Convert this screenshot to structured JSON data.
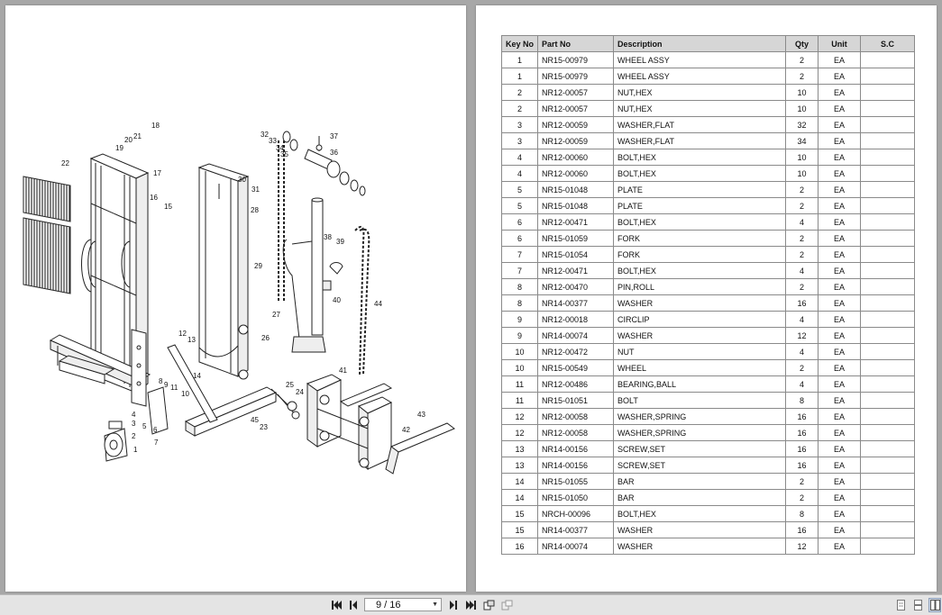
{
  "diagram": {
    "callouts": [
      "1",
      "2",
      "3",
      "4",
      "5",
      "6",
      "7",
      "8",
      "9",
      "10",
      "11",
      "12",
      "13",
      "14",
      "15",
      "16",
      "17",
      "18",
      "19",
      "20",
      "21",
      "22",
      "23",
      "24",
      "25",
      "26",
      "27",
      "28",
      "29",
      "30",
      "31",
      "32",
      "33",
      "34",
      "35",
      "36",
      "37",
      "38",
      "39",
      "40",
      "41",
      "42",
      "43",
      "44",
      "45"
    ]
  },
  "table": {
    "headers": [
      "Key No",
      "Part No",
      "Description",
      "Qty",
      "Unit",
      "S.C"
    ],
    "rows": [
      [
        "1",
        "NR15-00979",
        "WHEEL ASSY",
        "2",
        "EA",
        ""
      ],
      [
        "1",
        "NR15-00979",
        "WHEEL ASSY",
        "2",
        "EA",
        ""
      ],
      [
        "2",
        "NR12-00057",
        "NUT,HEX",
        "10",
        "EA",
        ""
      ],
      [
        "2",
        "NR12-00057",
        "NUT,HEX",
        "10",
        "EA",
        ""
      ],
      [
        "3",
        "NR12-00059",
        "WASHER,FLAT",
        "32",
        "EA",
        ""
      ],
      [
        "3",
        "NR12-00059",
        "WASHER,FLAT",
        "34",
        "EA",
        ""
      ],
      [
        "4",
        "NR12-00060",
        "BOLT,HEX",
        "10",
        "EA",
        ""
      ],
      [
        "4",
        "NR12-00060",
        "BOLT,HEX",
        "10",
        "EA",
        ""
      ],
      [
        "5",
        "NR15-01048",
        "PLATE",
        "2",
        "EA",
        ""
      ],
      [
        "5",
        "NR15-01048",
        "PLATE",
        "2",
        "EA",
        ""
      ],
      [
        "6",
        "NR12-00471",
        "BOLT,HEX",
        "4",
        "EA",
        ""
      ],
      [
        "6",
        "NR15-01059",
        "FORK",
        "2",
        "EA",
        ""
      ],
      [
        "7",
        "NR15-01054",
        "FORK",
        "2",
        "EA",
        ""
      ],
      [
        "7",
        "NR12-00471",
        "BOLT,HEX",
        "4",
        "EA",
        ""
      ],
      [
        "8",
        "NR12-00470",
        "PIN,ROLL",
        "2",
        "EA",
        ""
      ],
      [
        "8",
        "NR14-00377",
        "WASHER",
        "16",
        "EA",
        ""
      ],
      [
        "9",
        "NR12-00018",
        "CIRCLIP",
        "4",
        "EA",
        ""
      ],
      [
        "9",
        "NR14-00074",
        "WASHER",
        "12",
        "EA",
        ""
      ],
      [
        "10",
        "NR12-00472",
        "NUT",
        "4",
        "EA",
        ""
      ],
      [
        "10",
        "NR15-00549",
        "WHEEL",
        "2",
        "EA",
        ""
      ],
      [
        "11",
        "NR12-00486",
        "BEARING,BALL",
        "4",
        "EA",
        ""
      ],
      [
        "11",
        "NR15-01051",
        "BOLT",
        "8",
        "EA",
        ""
      ],
      [
        "12",
        "NR12-00058",
        "WASHER,SPRING",
        "16",
        "EA",
        ""
      ],
      [
        "12",
        "NR12-00058",
        "WASHER,SPRING",
        "16",
        "EA",
        ""
      ],
      [
        "13",
        "NR14-00156",
        "SCREW,SET",
        "16",
        "EA",
        ""
      ],
      [
        "13",
        "NR14-00156",
        "SCREW,SET",
        "16",
        "EA",
        ""
      ],
      [
        "14",
        "NR15-01055",
        "BAR",
        "2",
        "EA",
        ""
      ],
      [
        "14",
        "NR15-01050",
        "BAR",
        "2",
        "EA",
        ""
      ],
      [
        "15",
        "NRCH-00096",
        "BOLT,HEX",
        "8",
        "EA",
        ""
      ],
      [
        "15",
        "NR14-00377",
        "WASHER",
        "16",
        "EA",
        ""
      ],
      [
        "16",
        "NR14-00074",
        "WASHER",
        "12",
        "EA",
        ""
      ]
    ]
  },
  "toolbar": {
    "first_icon": "first-page-icon",
    "prev_icon": "previous-page-icon",
    "page_indicator": "9 / 16",
    "next_icon": "next-page-icon",
    "last_icon": "last-page-icon",
    "rotate_icon": "rotate-icon",
    "fit_icon": "fit-page-icon",
    "single_page_icon": "single-page-view-icon",
    "continuous_icon": "continuous-view-icon",
    "two_page_icon": "two-page-view-icon"
  }
}
